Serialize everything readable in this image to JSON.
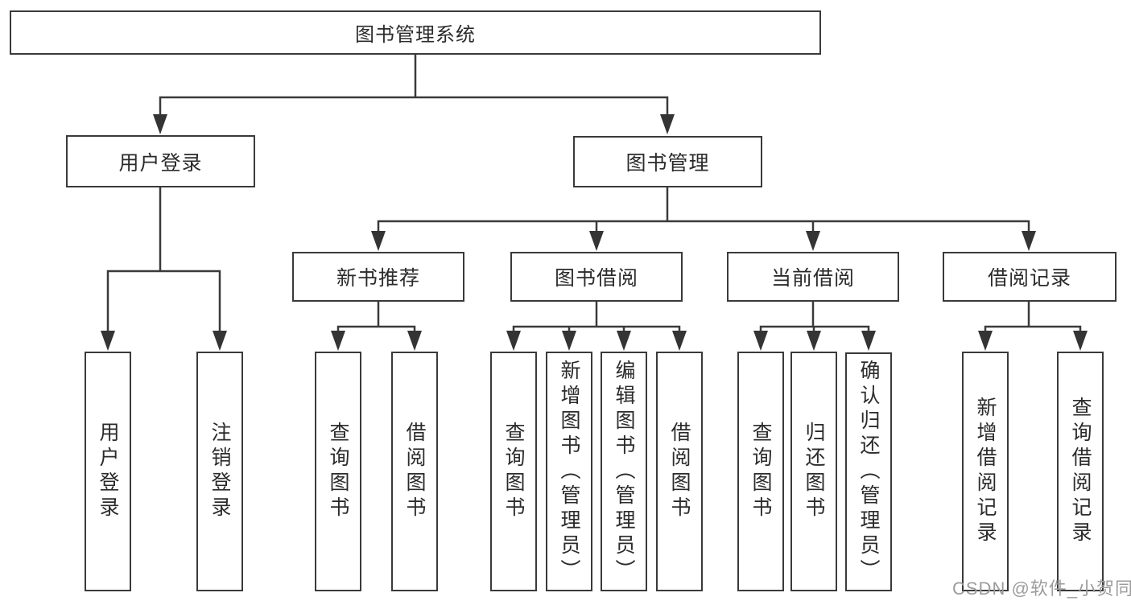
{
  "diagram": {
    "type": "tree",
    "root": {
      "label": "图书管理系统"
    },
    "groups": [
      {
        "label": "用户登录",
        "children": [
          {
            "label": "用户登录"
          },
          {
            "label": "注销登录"
          }
        ]
      },
      {
        "label": "图书管理",
        "children": [
          {
            "label": "新书推荐",
            "children": [
              {
                "label": "查询图书"
              },
              {
                "label": "借阅图书"
              }
            ]
          },
          {
            "label": "图书借阅",
            "children": [
              {
                "label": "查询图书"
              },
              {
                "label": "新增图书（管理员）"
              },
              {
                "label": "编辑图书（管理员）"
              },
              {
                "label": "借阅图书"
              }
            ]
          },
          {
            "label": "当前借阅",
            "children": [
              {
                "label": "查询图书"
              },
              {
                "label": "归还图书"
              },
              {
                "label": "确认归还（管理员）"
              }
            ]
          },
          {
            "label": "借阅记录",
            "children": [
              {
                "label": "新增借阅记录"
              },
              {
                "label": "查询借阅记录"
              }
            ]
          }
        ]
      }
    ],
    "watermark": "CSDN @软件_小贺同学",
    "colors": {
      "line": "#3a3a3a",
      "box_border": "#3a3a3a",
      "text": "#2b2b2b",
      "watermark": "#9c9c9c",
      "background": "#ffffff"
    }
  }
}
